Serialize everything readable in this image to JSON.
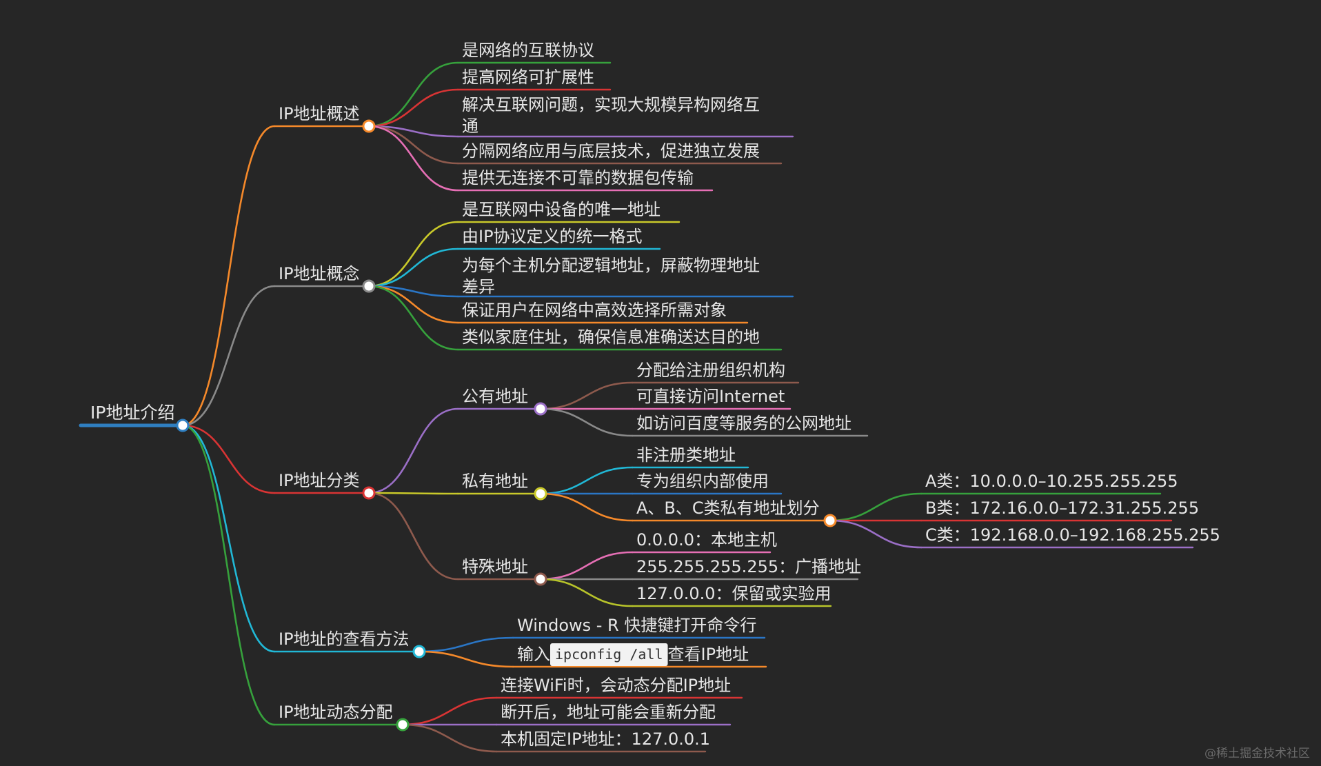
{
  "colors": {
    "background": "#262626",
    "text": "#e6e6e6",
    "root": "#2f7fc1",
    "orange": "#f5892a",
    "gray": "#8a8a8a",
    "red": "#d93434",
    "cyan": "#21b8d6",
    "green": "#36a13c",
    "purple": "#9b6fc7",
    "pink": "#e66fb5",
    "brown": "#8e5a4d",
    "yellow": "#c9c92a",
    "blue": "#2a76c6",
    "lime": "#b8c42a"
  },
  "watermark": "@稀土掘金技术社区",
  "tree": {
    "id": "root",
    "text": "IP地址介绍",
    "color": "root",
    "children": [
      {
        "id": "overview",
        "text": "IP地址概述",
        "color": "orange",
        "children": [
          {
            "id": "ov1",
            "text": "是网络的互联协议",
            "color": "green"
          },
          {
            "id": "ov2",
            "text": "提高网络可扩展性",
            "color": "red"
          },
          {
            "id": "ov3",
            "lines": [
              "解决互联网问题，实现大规模异构网络互",
              "通"
            ],
            "color": "purple"
          },
          {
            "id": "ov4",
            "text": "分隔网络应用与底层技术，促进独立发展",
            "color": "brown"
          },
          {
            "id": "ov5",
            "text": "提供无连接不可靠的数据包传输",
            "color": "pink"
          }
        ]
      },
      {
        "id": "concept",
        "text": "IP地址概念",
        "color": "gray",
        "children": [
          {
            "id": "cc1",
            "text": "是互联网中设备的唯一地址",
            "color": "yellow"
          },
          {
            "id": "cc2",
            "text": "由IP协议定义的统一格式",
            "color": "cyan"
          },
          {
            "id": "cc3",
            "lines": [
              "为每个主机分配逻辑地址，屏蔽物理地址",
              "差异"
            ],
            "color": "blue"
          },
          {
            "id": "cc4",
            "text": "保证用户在网络中高效选择所需对象",
            "color": "orange"
          },
          {
            "id": "cc5",
            "text": "类似家庭住址，确保信息准确送达目的地",
            "color": "green"
          }
        ]
      },
      {
        "id": "classify",
        "text": "IP地址分类",
        "color": "red",
        "children": [
          {
            "id": "public",
            "text": "公有地址",
            "color": "purple",
            "children": [
              {
                "id": "pub1",
                "text": "分配给注册组织机构",
                "color": "brown"
              },
              {
                "id": "pub2",
                "text": "可直接访问Internet",
                "color": "pink"
              },
              {
                "id": "pub3",
                "text": "如访问百度等服务的公网地址",
                "color": "gray"
              }
            ]
          },
          {
            "id": "private",
            "text": "私有地址",
            "color": "yellow",
            "children": [
              {
                "id": "pri1",
                "text": "非注册类地址",
                "color": "cyan"
              },
              {
                "id": "pri2",
                "text": "专为组织内部使用",
                "color": "blue"
              },
              {
                "id": "pri3",
                "text": "A、B、C类私有地址划分",
                "color": "orange",
                "children": [
                  {
                    "id": "pa",
                    "text": "A类：10.0.0.0–10.255.255.255",
                    "color": "green"
                  },
                  {
                    "id": "pb",
                    "text": "B类：172.16.0.0–172.31.255.255",
                    "color": "red"
                  },
                  {
                    "id": "pc",
                    "text": "C类：192.168.0.0–192.168.255.255",
                    "color": "purple"
                  }
                ]
              }
            ]
          },
          {
            "id": "special",
            "text": "特殊地址",
            "color": "brown",
            "children": [
              {
                "id": "sp1",
                "text": "0.0.0.0：本地主机",
                "color": "pink"
              },
              {
                "id": "sp2",
                "text": "255.255.255.255：广播地址",
                "color": "gray"
              },
              {
                "id": "sp3",
                "text": "127.0.0.0：保留或实验用",
                "color": "lime"
              }
            ]
          }
        ]
      },
      {
        "id": "lookup",
        "text": "IP地址的查看方法",
        "color": "cyan",
        "children": [
          {
            "id": "lk1",
            "text": "Windows - R 快捷键打开命令行",
            "color": "blue"
          },
          {
            "id": "lk2",
            "segments": [
              {
                "type": "text",
                "text": "输入 "
              },
              {
                "type": "code",
                "text": "ipconfig /all"
              },
              {
                "type": "text",
                "text": " 查看IP地址"
              }
            ],
            "color": "orange"
          }
        ]
      },
      {
        "id": "dynamic",
        "text": "IP地址动态分配",
        "color": "green",
        "children": [
          {
            "id": "dy1",
            "text": "连接WiFi时，会动态分配IP地址",
            "color": "red"
          },
          {
            "id": "dy2",
            "text": "断开后，地址可能会重新分配",
            "color": "purple"
          },
          {
            "id": "dy3",
            "text": "本机固定IP地址：127.0.0.1",
            "color": "brown"
          }
        ]
      }
    ]
  }
}
